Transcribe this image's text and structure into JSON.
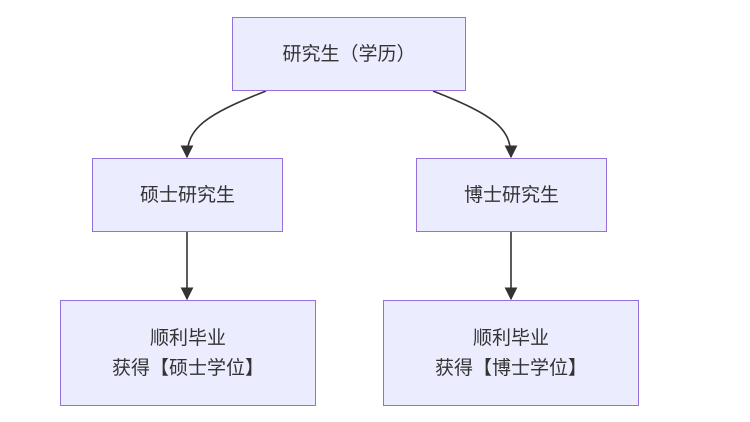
{
  "diagram": {
    "nodes": {
      "root": {
        "label": "研究生（学历）"
      },
      "master": {
        "label": "硕士研究生"
      },
      "phd": {
        "label": "博士研究生"
      },
      "master_grad": {
        "line1": "顺利毕业",
        "line2": "获得【硕士学位】"
      },
      "phd_grad": {
        "line1": "顺利毕业",
        "line2": "获得【博士学位】"
      }
    },
    "edges": [
      {
        "from": "root",
        "to": "master"
      },
      {
        "from": "root",
        "to": "phd"
      },
      {
        "from": "master",
        "to": "master_grad"
      },
      {
        "from": "phd",
        "to": "phd_grad"
      }
    ],
    "colors": {
      "node_fill": "#ececff",
      "node_border": "#9370db",
      "text": "#333333",
      "edge": "#333333"
    }
  }
}
